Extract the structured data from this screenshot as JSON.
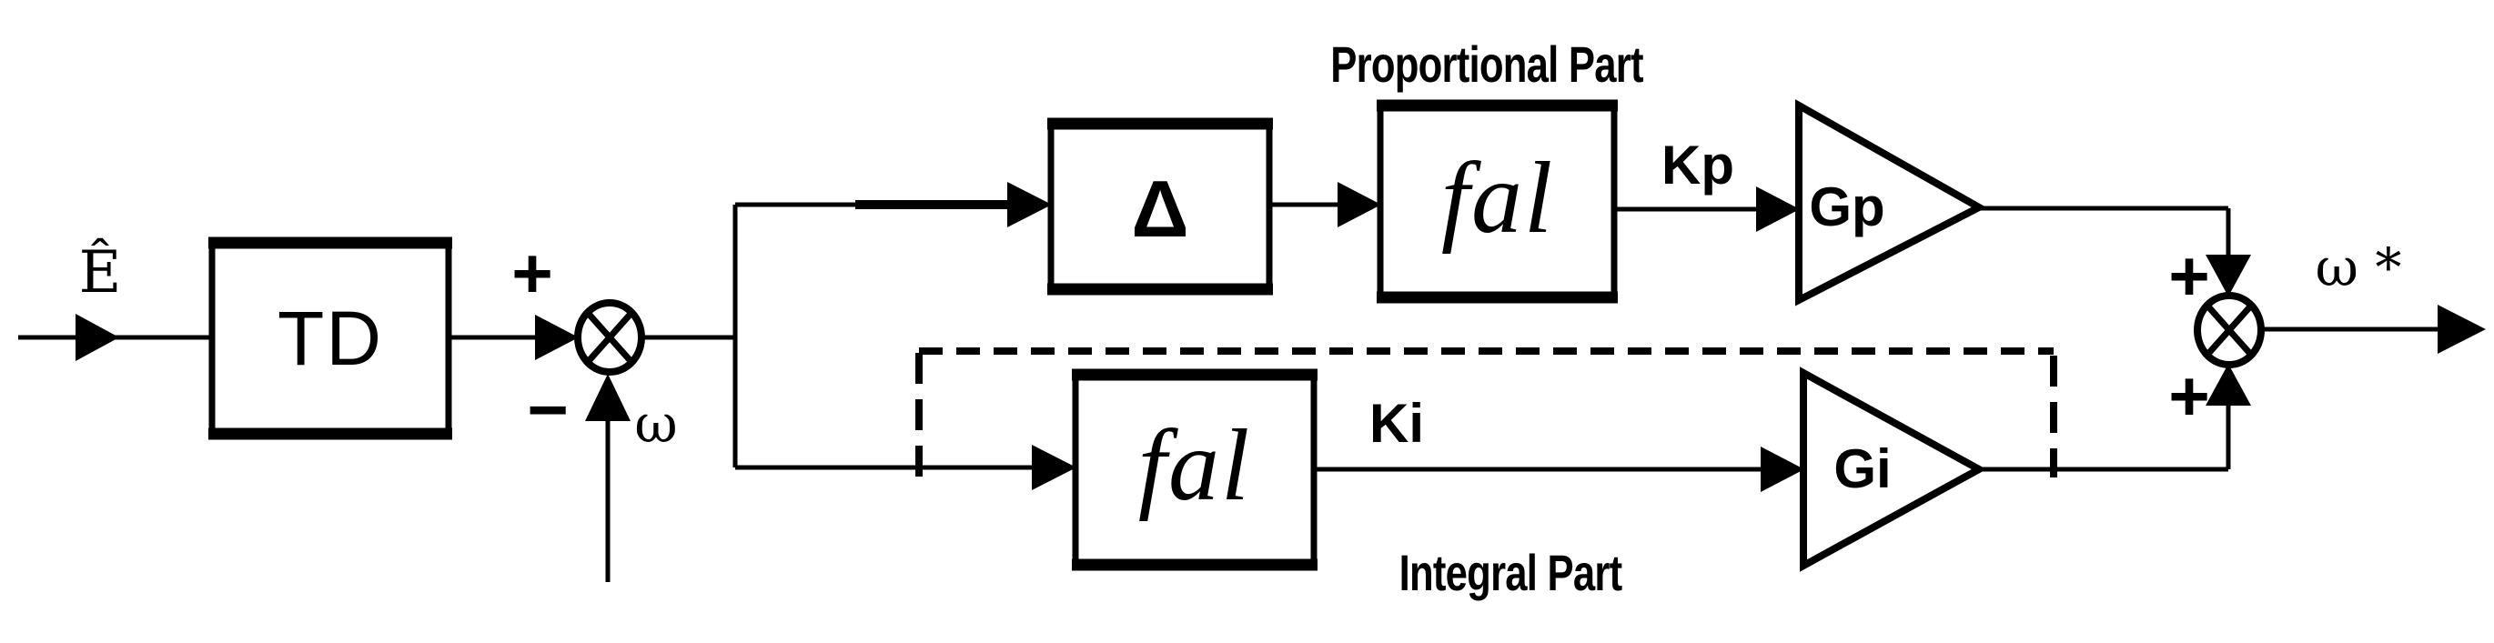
{
  "figure": {
    "background": "#ffffff",
    "ink": "#000000"
  },
  "labels": {
    "proportional_part": "Proportional Part",
    "integral_part": "Integral Part"
  },
  "input": {
    "signal_label": "Ê"
  },
  "blocks": {
    "td": "TD",
    "delta": "Δ",
    "fal_proportional": "fal",
    "fal_integral": "fal"
  },
  "gains": {
    "proportional": "Gp",
    "integral": "Gi"
  },
  "signals": {
    "kp": "Kp",
    "ki": "Ki",
    "feedback_omega": "ω",
    "output_omega_ref": "ω *"
  },
  "sum_left": {
    "plus_label": "+",
    "minus_label": "−"
  },
  "sum_right": {
    "plus_top_label": "+",
    "plus_bottom_label": "+"
  }
}
